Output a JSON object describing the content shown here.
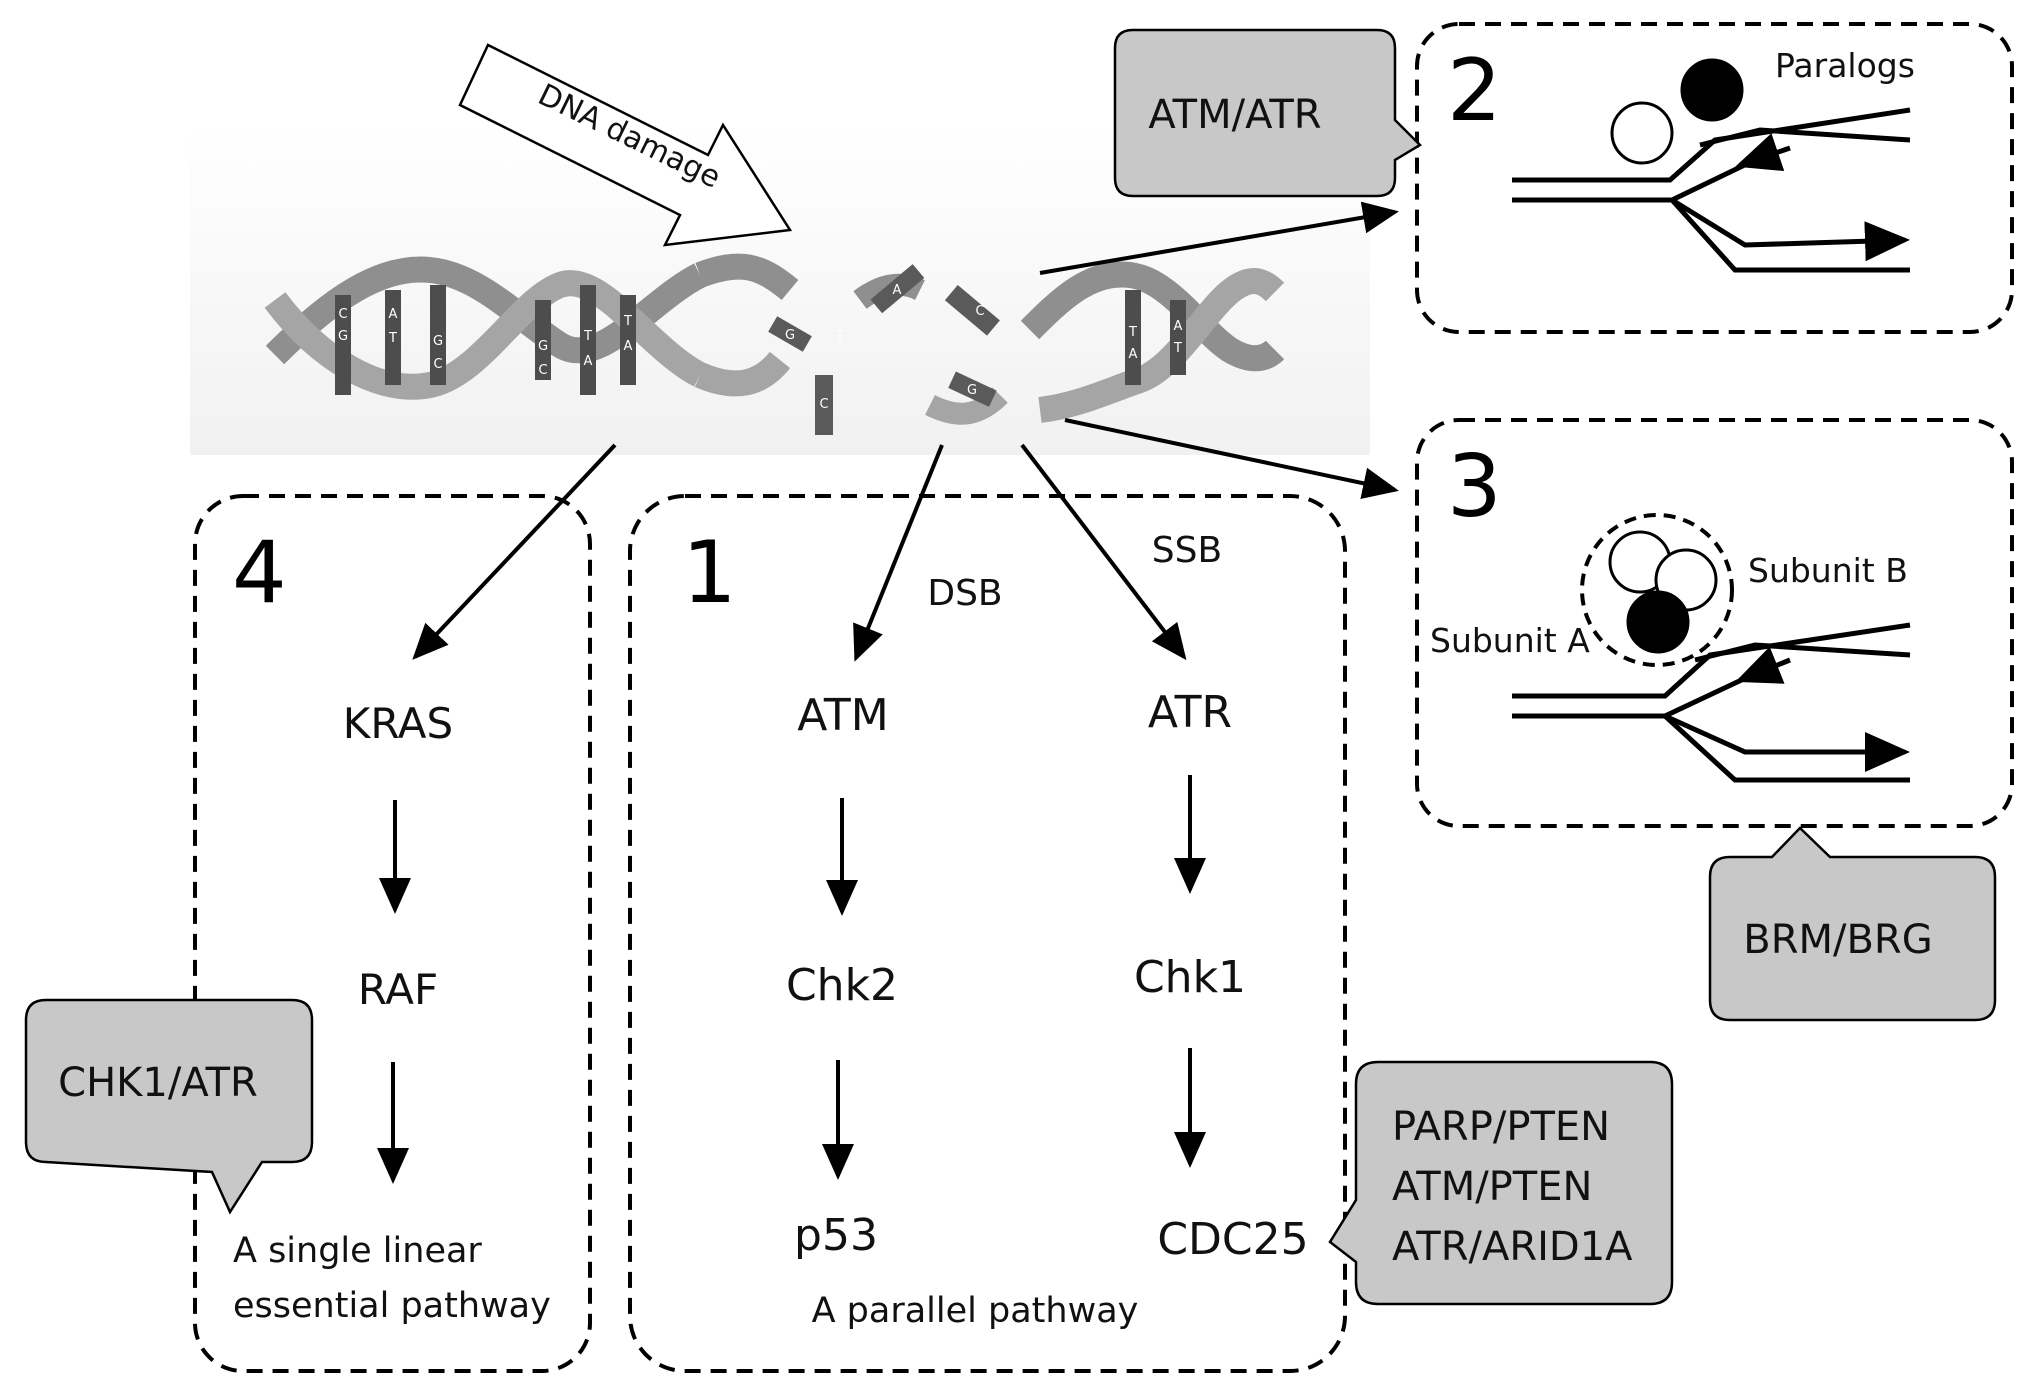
{
  "damage_arrow": {
    "label": "DNA damage"
  },
  "panel_1": {
    "number": "1",
    "dsb_label": "DSB",
    "ssb_label": "SSB",
    "left_chain": [
      "ATM",
      "Chk2",
      "p53"
    ],
    "right_chain": [
      "ATR",
      "Chk1",
      "CDC25"
    ],
    "caption": "A parallel pathway"
  },
  "panel_2": {
    "number": "2",
    "label": "Paralogs",
    "callout": "ATM/ATR"
  },
  "panel_3": {
    "number": "3",
    "subunit_a": "Subunit A",
    "subunit_b": "Subunit B",
    "callout": "BRM/BRG"
  },
  "panel_4": {
    "number": "4",
    "chain": [
      "KRAS",
      "RAF"
    ],
    "caption_line1": "A single linear",
    "caption_line2": "essential pathway",
    "callout": "CHK1/ATR"
  },
  "callout_1": {
    "lines": [
      "PARP/PTEN",
      "ATM/PTEN",
      "ATR/ARID1A"
    ]
  },
  "dna_bases": [
    "C",
    "G",
    "A",
    "T",
    "G",
    "C",
    "G",
    "C",
    "T",
    "A",
    "T",
    "A",
    "G",
    "T",
    "A",
    "C",
    "C",
    "G",
    "T",
    "A",
    "A",
    "T"
  ],
  "colors": {
    "stroke": "#000000",
    "callout_fill": "#c8c8c8",
    "helix_backbone": "#9a9a9a",
    "helix_base": "#4d4d4d"
  }
}
